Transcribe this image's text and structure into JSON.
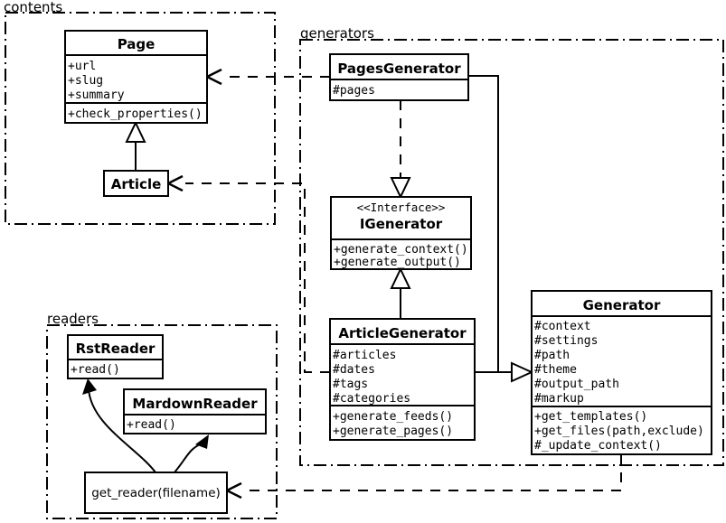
{
  "diagram": {
    "title": "UML class diagram",
    "packages": [
      {
        "id": "contents",
        "label": "contents"
      },
      {
        "id": "generators",
        "label": "generators"
      },
      {
        "id": "readers",
        "label": "readers"
      }
    ],
    "classes": [
      {
        "id": "page",
        "name": "Page",
        "stereotype": "",
        "attributes": [
          "+url",
          "+slug",
          "+summary"
        ],
        "methods": [
          "+check_properties()"
        ]
      },
      {
        "id": "article",
        "name": "Article",
        "stereotype": "",
        "attributes": [],
        "methods": []
      },
      {
        "id": "pages-generator",
        "name": "PagesGenerator",
        "stereotype": "",
        "attributes": [
          "#pages"
        ],
        "methods": []
      },
      {
        "id": "igenerator",
        "name": "IGenerator",
        "stereotype": "<<Interface>>",
        "attributes": [],
        "methods": [
          "+generate_context()",
          "+generate_output()"
        ]
      },
      {
        "id": "article-generator",
        "name": "ArticleGenerator",
        "stereotype": "",
        "attributes": [
          "#articles",
          "#dates",
          "#tags",
          "#categories"
        ],
        "methods": [
          "+generate_feeds()",
          "+generate_pages()"
        ]
      },
      {
        "id": "generator",
        "name": "Generator",
        "stereotype": "",
        "attributes": [
          "#context",
          "#settings",
          "#path",
          "#theme",
          "#output_path",
          "#markup"
        ],
        "methods": [
          "+get_templates()",
          "+get_files(path,exclude)",
          "#_update_context()"
        ]
      },
      {
        "id": "rst-reader",
        "name": "RstReader",
        "stereotype": "",
        "attributes": [],
        "methods": [
          "+read()"
        ]
      },
      {
        "id": "mardown-reader",
        "name": "MardownReader",
        "stereotype": "",
        "attributes": [],
        "methods": [
          "+read()"
        ]
      }
    ],
    "functions": [
      {
        "id": "get-reader",
        "label": "get_reader(filename)"
      }
    ],
    "relationships": [
      {
        "from": "article",
        "to": "page",
        "type": "generalization"
      },
      {
        "from": "pages-generator",
        "to": "igenerator",
        "type": "realization"
      },
      {
        "from": "article-generator",
        "to": "igenerator",
        "type": "generalization"
      },
      {
        "from": "pages-generator",
        "to": "generator",
        "type": "generalization"
      },
      {
        "from": "article-generator",
        "to": "generator",
        "type": "generalization"
      },
      {
        "from": "pages-generator",
        "to": "page",
        "type": "dependency"
      },
      {
        "from": "article-generator",
        "to": "article",
        "type": "dependency"
      },
      {
        "from": "generator",
        "to": "get-reader",
        "type": "dependency"
      },
      {
        "from": "get-reader",
        "to": "rst-reader",
        "type": "creates"
      },
      {
        "from": "get-reader",
        "to": "mardown-reader",
        "type": "creates"
      }
    ],
    "colors": {
      "stroke": "#000000",
      "background": "#ffffff"
    }
  }
}
